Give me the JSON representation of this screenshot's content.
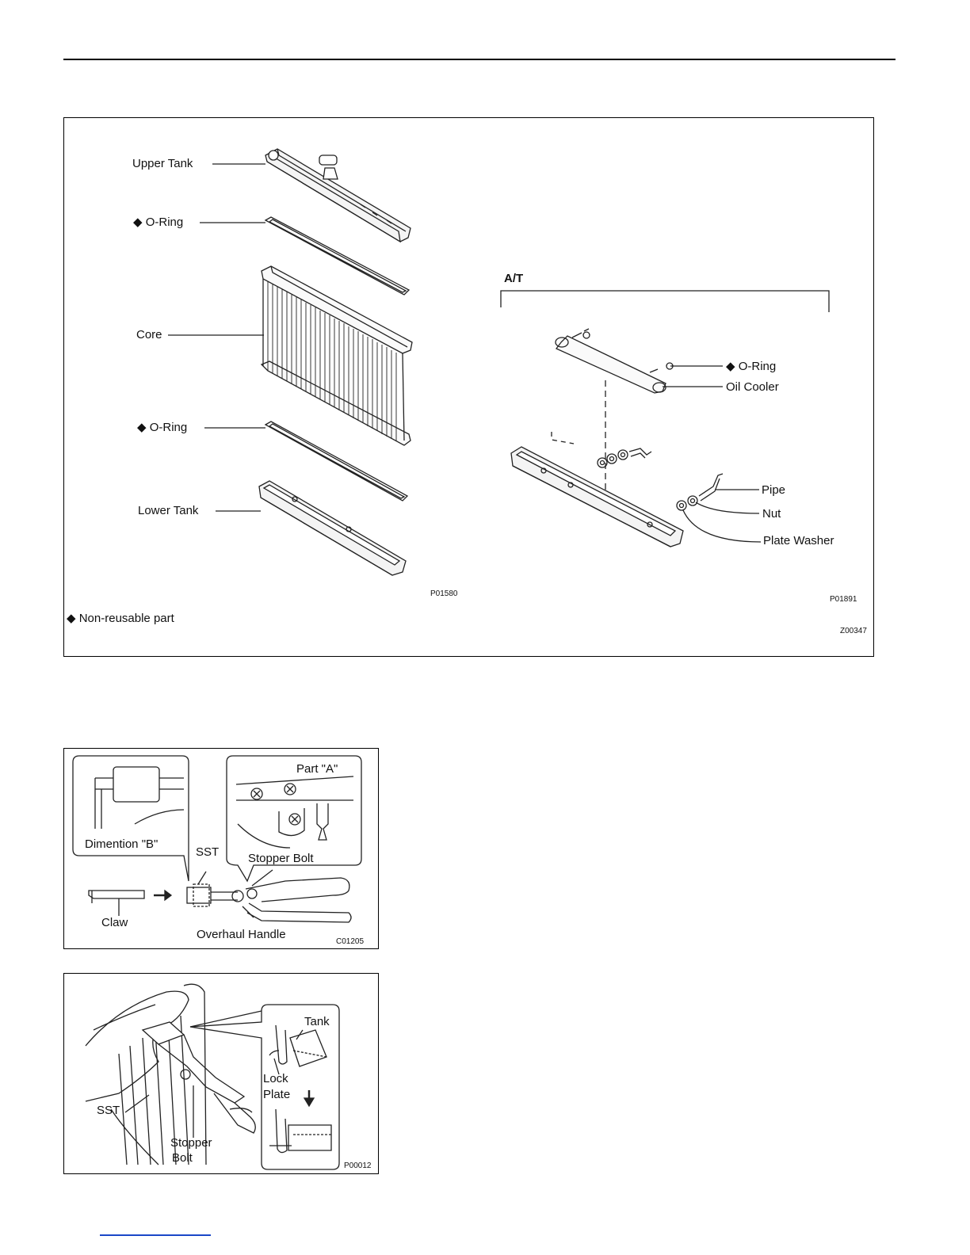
{
  "exploded_view": {
    "labels": {
      "upper_tank": "Upper Tank",
      "o_ring_top": "O-Ring",
      "core": "Core",
      "o_ring_bottom": "O-Ring",
      "lower_tank": "Lower Tank",
      "at_heading": "A/T",
      "o_ring_at": "O-Ring",
      "oil_cooler": "Oil Cooler",
      "pipe": "Pipe",
      "nut": "Nut",
      "plate_washer": "Plate Washer"
    },
    "legend": {
      "symbol": "◆",
      "text": "Non-reusable part"
    },
    "codes": {
      "left": "P01580",
      "right": "P01891",
      "figure": "Z00347"
    }
  },
  "sst_figure": {
    "labels": {
      "part_a": "Part \"A\"",
      "dimension_b": "Dimention \"B\"",
      "sst": "SST",
      "stopper_bolt": "Stopper Bolt",
      "claw": "Claw",
      "overhaul_handle": "Overhaul Handle"
    },
    "code": "C01205"
  },
  "tank_figure": {
    "labels": {
      "tank": "Tank",
      "lock_plate_1": "Lock",
      "lock_plate_2": "Plate",
      "sst": "SST",
      "stopper_1": "Stopper",
      "stopper_2": "Bolt"
    },
    "code": "P00012"
  }
}
